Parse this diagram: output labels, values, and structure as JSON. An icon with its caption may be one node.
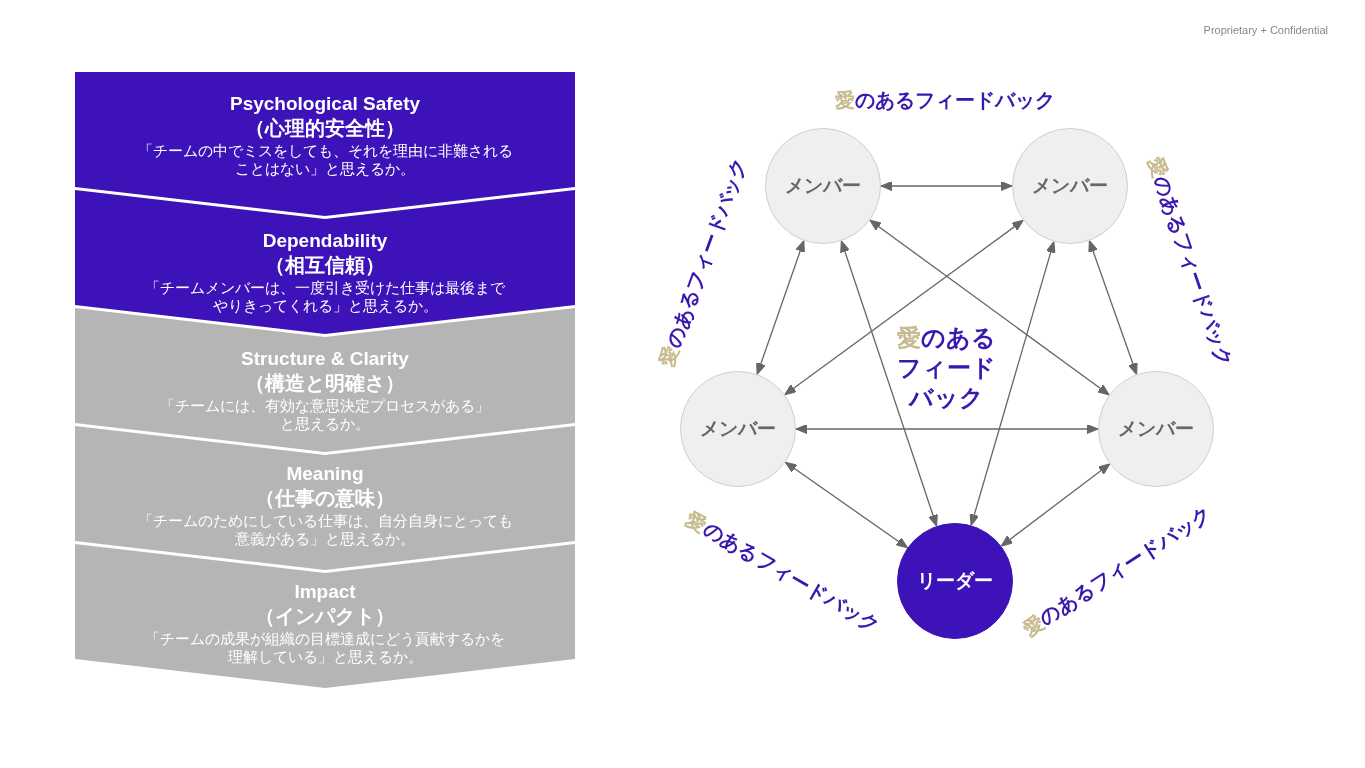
{
  "diagram": {
    "nodes": [
      {
        "text": [
          "Psychological Safety",
          "（心理的安全性）",
          "「チームの中でミスをしても、それを理由に非難されることはない」と思えるか。"
        ]
      },
      {
        "text": [
          "Dependability",
          "（相互信頼）",
          "「チームメンバーは、一度引き受けた仕事は最後までやりきってくれる」と思えるか。"
        ]
      },
      {
        "text": [
          "Structure & Clarity",
          "（構造と明確さ）",
          "「チームには、有効な意思決定プロセスがある」と思えるか。"
        ]
      },
      {
        "text": [
          "Meaning",
          "（仕事の意味）",
          "「チームのためにしている仕事は、自分自身にとっても意義がある」と思えるか。"
        ]
      },
      {
        "text": [
          "Impact",
          "（インパクト）",
          "「チームの成果が組織の目標達成にどう貢献するかを理解している」と思えるか。"
        ]
      },
      {
        "text": [
          "メンバー"
        ]
      },
      {
        "text": [
          "メンバー"
        ]
      },
      {
        "text": [
          "メンバー"
        ]
      },
      {
        "text": [
          "メンバー"
        ]
      },
      {
        "text": [
          "リーダー"
        ]
      }
    ],
    "edges": [
      {
        "from": 5,
        "to": 6,
        "arrow": "both"
      },
      {
        "from": 5,
        "to": 7,
        "arrow": "both"
      },
      {
        "from": 5,
        "to": 8,
        "arrow": "both"
      },
      {
        "from": 5,
        "to": 9,
        "arrow": "both"
      },
      {
        "from": 6,
        "to": 7,
        "arrow": "both"
      },
      {
        "from": 6,
        "to": 8,
        "arrow": "both"
      },
      {
        "from": 6,
        "to": 9,
        "arrow": "both"
      },
      {
        "from": 7,
        "to": 8,
        "arrow": "both"
      },
      {
        "from": 7,
        "to": 9,
        "arrow": "both"
      },
      {
        "from": 8,
        "to": 9,
        "arrow": "both"
      }
    ],
    "labels": [
      "Proprietary + Confidential",
      "愛のあるフィードバック",
      "愛のあるフィードバック",
      "愛のあるフィードバック",
      "愛のあるフィードバック",
      "愛のあるフィードバック",
      "愛のあるフィードバック"
    ]
  }
}
